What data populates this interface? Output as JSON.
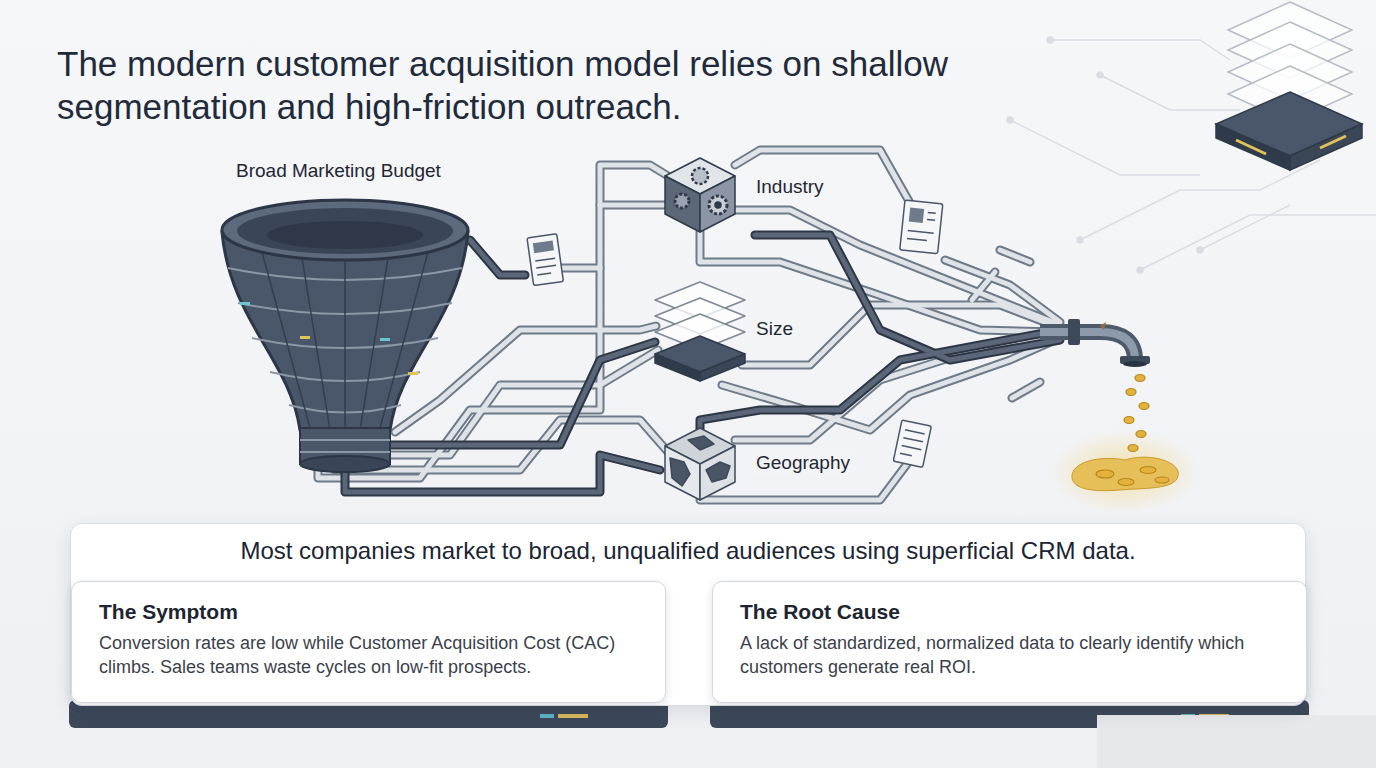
{
  "diagram": {
    "title": "The modern customer acquisition model relies on shallow segmentation and high-friction outreach.",
    "nodes": [
      {
        "text": [
          "Most companies market to broad, unqualified audiences using superficial CRM data."
        ]
      },
      {
        "text": [
          "The Symptom",
          "Conversion rates are low while Customer Acquisition Cost (CAC) climbs. Sales teams waste cycles on low-fit prospects."
        ],
        "in": 0
      },
      {
        "text": [
          "The Root Cause",
          "A lack of standardized, normalized data to clearly identify which customers generate real ROI."
        ],
        "in": 0
      }
    ],
    "labels": [
      "Broad Marketing Budget",
      "Industry",
      "Size",
      "Geography"
    ]
  }
}
